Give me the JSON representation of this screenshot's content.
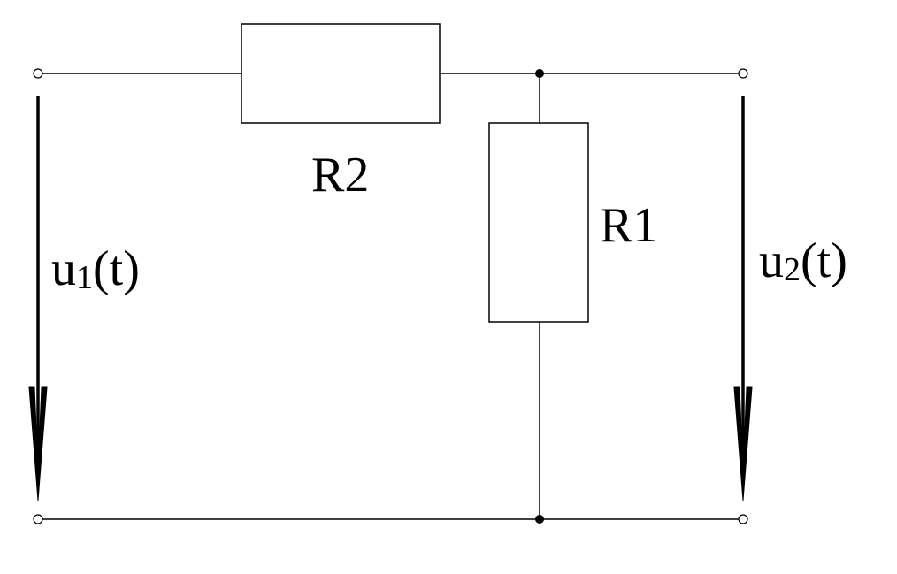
{
  "diagram": {
    "type": "circuit-schematic",
    "description_labels": {
      "resistor_series": "R2",
      "resistor_shunt": "R1"
    },
    "input_voltage": {
      "base": "u",
      "subscript": "1",
      "suffix": "(t)"
    },
    "output_voltage": {
      "base": "u",
      "subscript": "2",
      "suffix": "(t)"
    }
  }
}
